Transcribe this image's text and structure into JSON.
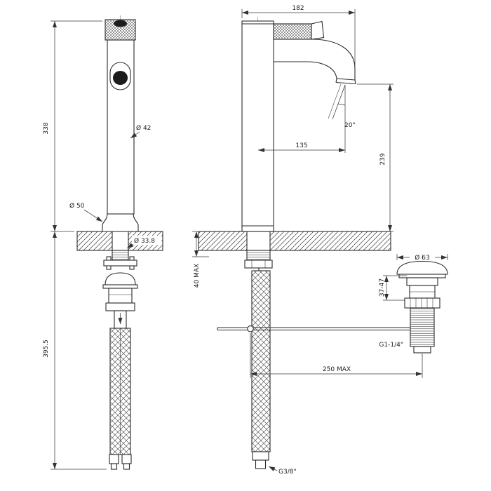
{
  "meta": {
    "background": "#ffffff",
    "line_color": "#2b2b2b",
    "dimension_color": "#3a3a3a"
  },
  "front_view": {
    "dims": {
      "height_upper": "338",
      "height_lower": "395.5",
      "body_diameter": "Ø 42",
      "base_diameter": "Ø 50",
      "shank_diameter": "Ø 33.8"
    }
  },
  "side_view": {
    "dims": {
      "depth": "182",
      "spout_reach": "135",
      "spout_angle": "20°",
      "spout_height": "239",
      "deck_thickness": "40 MAX",
      "hose_reach": "250 MAX",
      "inlet_thread": "G3/8\""
    }
  },
  "waste": {
    "dims": {
      "flange_diameter": "Ø 63",
      "height_adjust": "37-47",
      "thread": "G1-1/4\""
    }
  }
}
